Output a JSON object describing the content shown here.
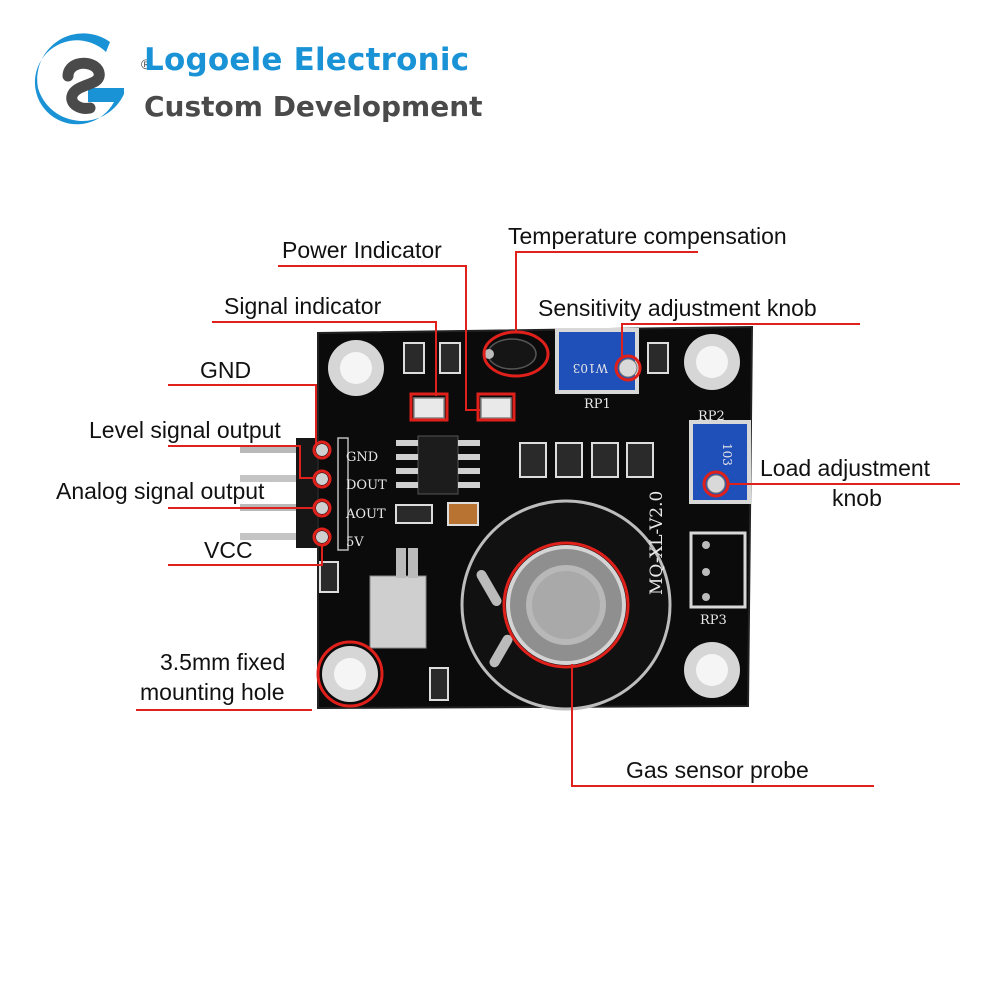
{
  "brand": {
    "registered_mark": "®",
    "name": "Logoele Electronic",
    "tagline": "Custom Development"
  },
  "colors": {
    "brand_blue": "#1a93d6",
    "brand_gray": "#4a4a4a",
    "callout_red": "#e0201b",
    "pcb_black": "#0b0b0b",
    "pot_blue": "#1f4fb8"
  },
  "board": {
    "pins": [
      "GND",
      "DOUT",
      "AOUT",
      "5V"
    ],
    "model": "MQ-XL-V2.0",
    "pot_labels": [
      "RP1",
      "RP2",
      "RP3"
    ],
    "pot_codes": [
      "W103",
      "103"
    ]
  },
  "labels": {
    "power_indicator": "Power Indicator",
    "temperature_compensation": "Temperature compensation",
    "signal_indicator": "Signal indicator",
    "sensitivity_knob": "Sensitivity adjustment knob",
    "gnd": "GND",
    "level_output": "Level signal output",
    "analog_output": "Analog signal output",
    "vcc": "VCC",
    "load_knob_line1": "Load adjustment",
    "load_knob_line2": "knob",
    "mounting_hole_line1": "3.5mm fixed",
    "mounting_hole_line2": "mounting hole",
    "gas_probe": "Gas sensor probe"
  }
}
